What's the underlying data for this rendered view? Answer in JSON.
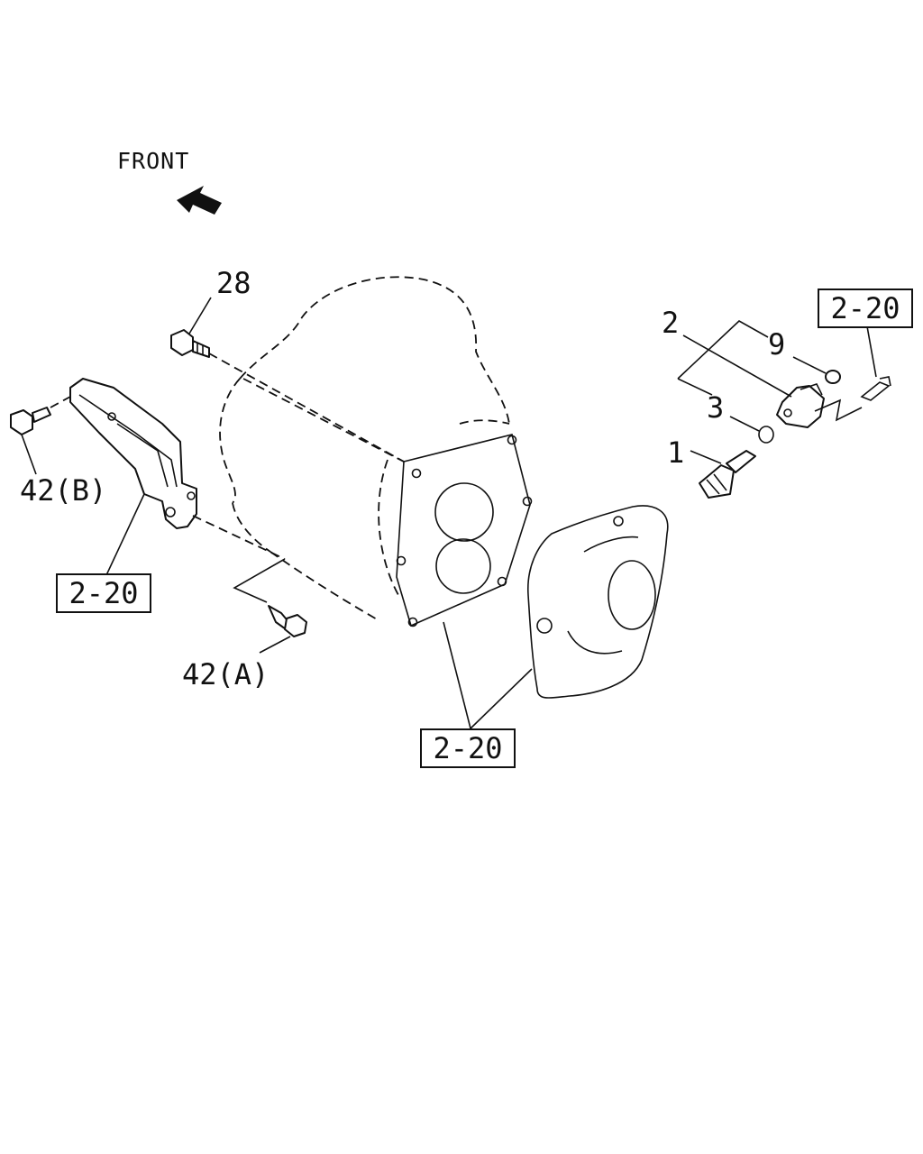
{
  "direction": {
    "label": "FRONT",
    "icon": "front-arrow-icon"
  },
  "callouts": [
    {
      "id": "28",
      "label": "28"
    },
    {
      "id": "42b",
      "label": "42(B)"
    },
    {
      "id": "42a",
      "label": "42(A)"
    },
    {
      "id": "2",
      "label": "2"
    },
    {
      "id": "9",
      "label": "9"
    },
    {
      "id": "3",
      "label": "3"
    },
    {
      "id": "1",
      "label": "1"
    }
  ],
  "references": [
    {
      "id": "ref-top-right",
      "label": "2-20"
    },
    {
      "id": "ref-left",
      "label": "2-20"
    },
    {
      "id": "ref-bottom",
      "label": "2-20"
    }
  ]
}
